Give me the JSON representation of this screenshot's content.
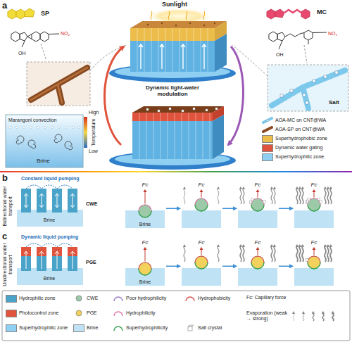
{
  "diagram": {
    "nodes": [
      {
        "text": [
          "Fc",
          "Brine"
        ]
      },
      {
        "text": [
          "Fc"
        ]
      },
      {
        "text": [
          "Fc"
        ]
      },
      {
        "text": [
          "Fc"
        ]
      },
      {
        "text": [
          "Fc",
          "Brine"
        ]
      },
      {
        "text": [
          "Fc"
        ]
      },
      {
        "text": [
          "Fc"
        ]
      },
      {
        "text": [
          "Fc"
        ]
      }
    ],
    "edges": [
      {
        "from": 0,
        "to": 1,
        "arrow": "to"
      },
      {
        "from": 1,
        "to": 2,
        "arrow": "to"
      },
      {
        "from": 2,
        "to": 3,
        "arrow": "to"
      },
      {
        "from": 4,
        "to": 5,
        "arrow": "to"
      },
      {
        "from": 5,
        "to": 6,
        "arrow": "to"
      },
      {
        "from": 6,
        "to": 7,
        "arrow": "to"
      }
    ],
    "labels": [
      "a",
      "SP",
      "NO₂",
      "OH",
      "Sunlight",
      "MC",
      "NO₂",
      "OH",
      "Dynamic light-water modulation",
      "Salt",
      "Marangoni convection",
      "High",
      "Temperature",
      "Low",
      "Brine",
      "b",
      "Constant liquid pumping",
      "Bidirectional water transport",
      "Brine",
      "CWE",
      "c",
      "Dynamic liquid pumping",
      "Unidirectional water transport",
      "Brine",
      "PGE"
    ],
    "legend": [
      {
        "text": "AOA-MC on CNT@WA"
      },
      {
        "text": "AOA-SP on CNT@WA"
      },
      {
        "text": "Superhydrophobic zone",
        "color": "#edbd4c"
      },
      {
        "text": "Dynamic water gating",
        "color": "#e0533c"
      },
      {
        "text": "Superhydrophilic zone",
        "color": "#8fd0f2"
      },
      {
        "text": "Hydrophilic zone",
        "color": "#4aa3c8"
      },
      {
        "text": "CWE"
      },
      {
        "text": "Poor hydrophilicity"
      },
      {
        "text": "Hydrophobicity"
      },
      {
        "text": "Fc: Capillary force"
      },
      {
        "text": "Photocontrol zone",
        "color": "#e0533c"
      },
      {
        "text": "PGE"
      },
      {
        "text": "Hydrophilicity"
      },
      {
        "text": "Evaporation (weak → strong)"
      },
      {
        "text": "Superhydrophilic zone",
        "color": "#8fd0f2"
      },
      {
        "text": "Brine",
        "color": "#bfe3f5"
      },
      {
        "text": "Superhydrophilicity"
      },
      {
        "text": "Salt crystal"
      }
    ]
  }
}
